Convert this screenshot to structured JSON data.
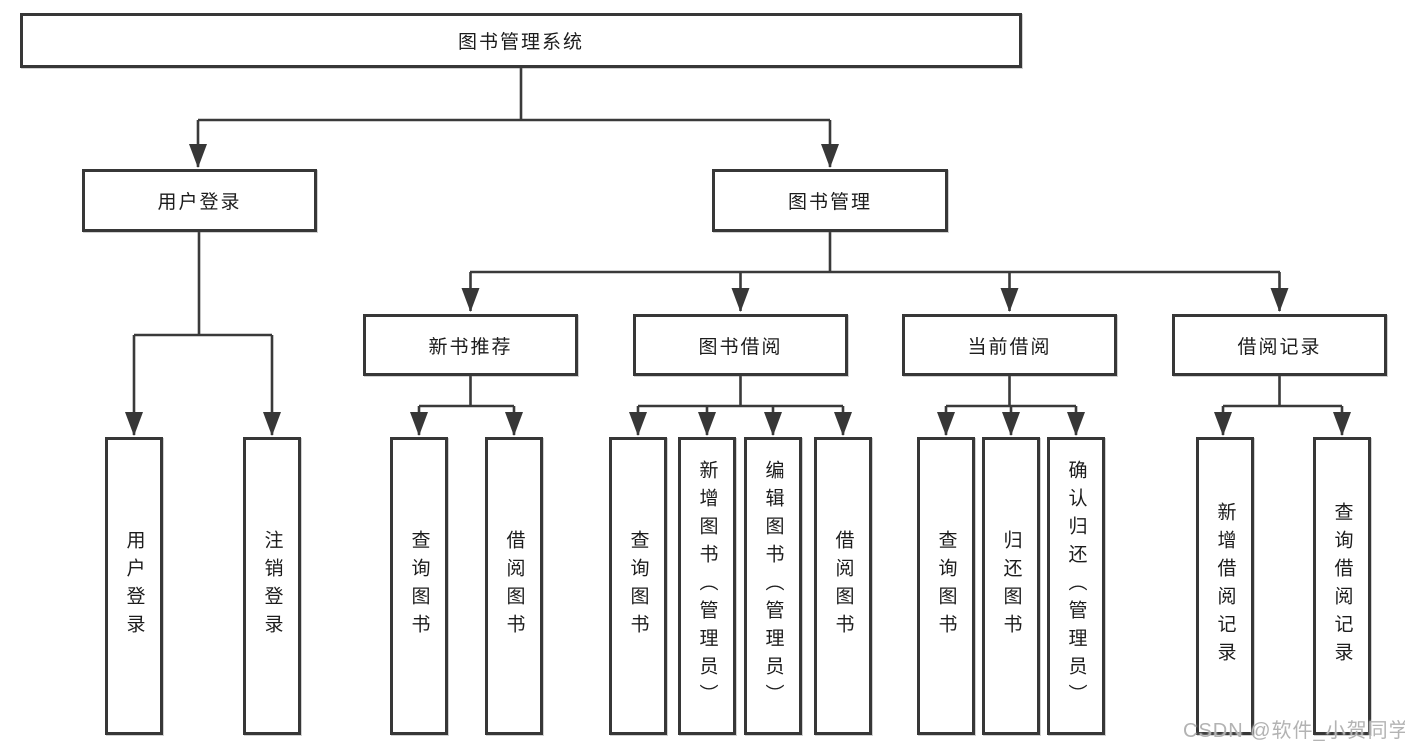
{
  "page": {
    "background": "#ffffff",
    "line_color": "#3a3a3a",
    "box_border_color": "#373737",
    "text_color": "#1c1c1c",
    "watermark": "CSDN @软件_小贺同学",
    "watermark_color": "#b3b3b3"
  },
  "tree": {
    "root": {
      "label": "图书管理系统",
      "children": [
        {
          "label": "用户登录",
          "children": [
            {
              "label": "用户登录"
            },
            {
              "label": "注销登录"
            }
          ]
        },
        {
          "label": "图书管理",
          "children": [
            {
              "label": "新书推荐",
              "children": [
                {
                  "label": "查询图书"
                },
                {
                  "label": "借阅图书"
                }
              ]
            },
            {
              "label": "图书借阅",
              "children": [
                {
                  "label": "查询图书"
                },
                {
                  "label": "新增图书（管理员）"
                },
                {
                  "label": "编辑图书（管理员）"
                },
                {
                  "label": "借阅图书"
                }
              ]
            },
            {
              "label": "当前借阅",
              "children": [
                {
                  "label": "查询图书"
                },
                {
                  "label": "归还图书"
                },
                {
                  "label": "确认归还（管理员）"
                }
              ]
            },
            {
              "label": "借阅记录",
              "children": [
                {
                  "label": "新增借阅记录"
                },
                {
                  "label": "查询借阅记录"
                }
              ]
            }
          ]
        }
      ]
    }
  }
}
